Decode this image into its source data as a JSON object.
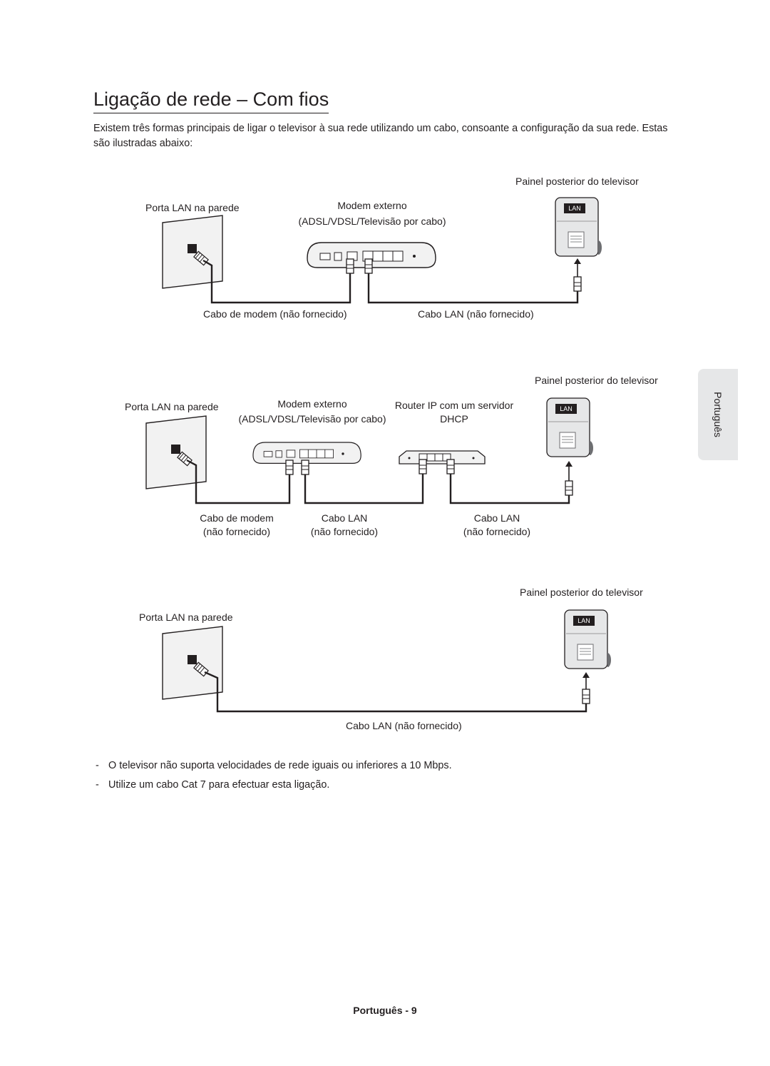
{
  "page": {
    "title": "Ligação de rede – Com fios",
    "intro": "Existem três formas principais de ligar o televisor à sua rede utilizando um cabo, consoante a configuração da sua rede. Estas são ilustradas abaixo:",
    "side_tab": "Português",
    "footer": "Português - 9"
  },
  "diagram1": {
    "tv_panel": "Painel posterior do televisor",
    "wall_port": "Porta LAN na parede",
    "modem_line1": "Modem externo",
    "modem_line2": "(ADSL/VDSL/Televisão por cabo)",
    "modem_cable": "Cabo de modem (não fornecido)",
    "lan_cable": "Cabo LAN (não fornecido)",
    "lan_badge": "LAN"
  },
  "diagram2": {
    "tv_panel": "Painel posterior do televisor",
    "wall_port": "Porta LAN na parede",
    "modem_line1": "Modem externo",
    "modem_line2": "(ADSL/VDSL/Televisão por cabo)",
    "router_line1": "Router IP com um servidor",
    "router_line2": "DHCP",
    "modem_cable_line1": "Cabo de modem",
    "modem_cable_line2": "(não fornecido)",
    "lan_cable_a_line1": "Cabo LAN",
    "lan_cable_a_line2": "(não fornecido)",
    "lan_cable_b_line1": "Cabo LAN",
    "lan_cable_b_line2": "(não fornecido)",
    "lan_badge": "LAN"
  },
  "diagram3": {
    "tv_panel": "Painel posterior do televisor",
    "wall_port": "Porta LAN na parede",
    "lan_cable": "Cabo LAN (não fornecido)",
    "lan_badge": "LAN"
  },
  "notes": [
    "O televisor não suporta velocidades de rede iguais ou inferiores a 10 Mbps.",
    "Utilize um cabo Cat 7 para efectuar esta ligação."
  ],
  "note_marker": "-"
}
